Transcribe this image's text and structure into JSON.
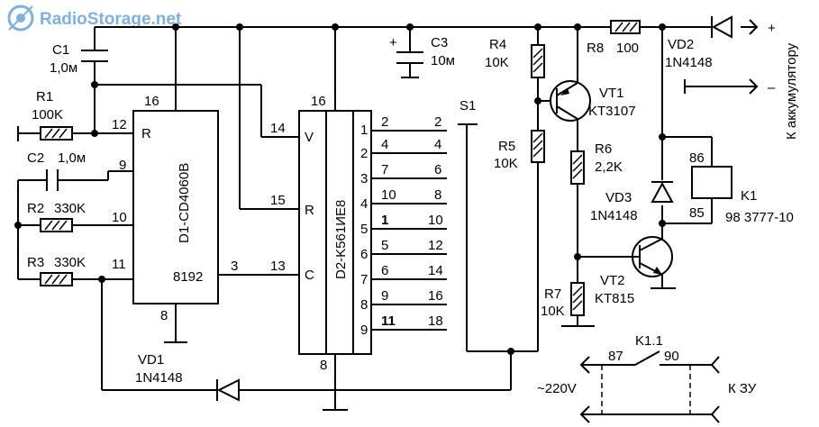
{
  "watermark": {
    "text": "RadioStorage.net",
    "color": "#7fb0e0"
  },
  "components": {
    "C1": {
      "ref": "C1",
      "value": "1,0м"
    },
    "C2": {
      "ref": "C2",
      "value": "1,0м"
    },
    "C3": {
      "ref": "C3",
      "value": "10м",
      "polarity": "+"
    },
    "R1": {
      "ref": "R1",
      "value": "100K"
    },
    "R2": {
      "ref": "R2",
      "value": "330K"
    },
    "R3": {
      "ref": "R3",
      "value": "330K"
    },
    "R4": {
      "ref": "R4",
      "value": "10K"
    },
    "R5": {
      "ref": "R5",
      "value": "10K"
    },
    "R6": {
      "ref": "R6",
      "value": "2,2K"
    },
    "R7": {
      "ref": "R7",
      "value": "10K"
    },
    "R8": {
      "ref": "R8",
      "value": "100"
    },
    "VD1": {
      "ref": "VD1",
      "value": "1N4148"
    },
    "VD2": {
      "ref": "VD2",
      "value": "1N4148"
    },
    "VD3": {
      "ref": "VD3",
      "value": "1N4148"
    },
    "VT1": {
      "ref": "VT1",
      "value": "KT3107"
    },
    "VT2": {
      "ref": "VT2",
      "value": "KT815"
    },
    "K1": {
      "ref": "K1",
      "value": "98 3777-10",
      "pin_a": "86",
      "pin_b": "85"
    },
    "K11": {
      "ref": "K1.1",
      "pin_a": "87",
      "pin_b": "90"
    },
    "S1": {
      "ref": "S1"
    }
  },
  "d1": {
    "name": "D1-CD4060B",
    "pin_r_label": "R",
    "pin_out_label": "8192",
    "pins": {
      "vdd": "16",
      "r": "12",
      "p9": "9",
      "p10": "10",
      "p11": "11",
      "out": "3",
      "gnd": "8"
    }
  },
  "d2": {
    "name": "D2-K561ИЕ8",
    "pin_v_label": "V",
    "pin_r_label": "R",
    "pin_c_label": "C",
    "pins": {
      "vdd": "16",
      "v": "14",
      "r": "15",
      "c": "13",
      "gnd": "8"
    },
    "outputs": [
      {
        "out": "1",
        "pin": "2",
        "wire": "2"
      },
      {
        "out": "2",
        "pin": "4",
        "wire": "4"
      },
      {
        "out": "3",
        "pin": "7",
        "wire": "6"
      },
      {
        "out": "4",
        "pin": "10",
        "wire": "8"
      },
      {
        "out": "5",
        "pin": "1",
        "wire": "10"
      },
      {
        "out": "6",
        "pin": "5",
        "wire": "12"
      },
      {
        "out": "7",
        "pin": "6",
        "wire": "14"
      },
      {
        "out": "8",
        "pin": "9",
        "wire": "16"
      },
      {
        "out": "9",
        "pin": "11",
        "wire": "18"
      }
    ]
  },
  "terminals": {
    "plus": "+",
    "minus": "–",
    "battery_label": "К аккумулятору",
    "mains_label": "~220V",
    "charger_label": "К ЗУ"
  }
}
